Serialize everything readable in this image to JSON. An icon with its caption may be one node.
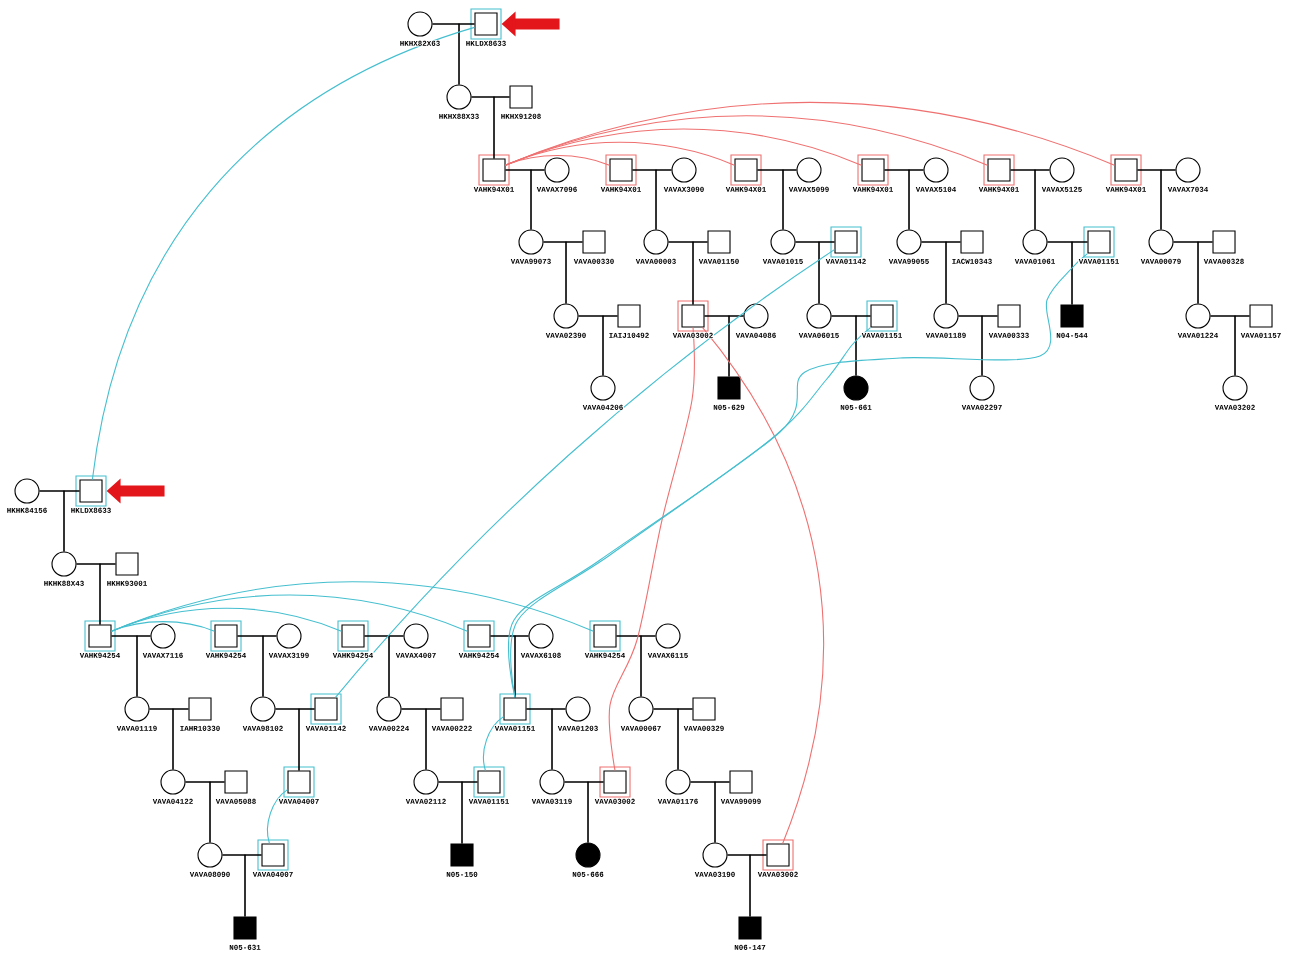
{
  "diagram": {
    "nodes": [
      {
        "text": [
          "HKHX82X63"
        ]
      },
      {
        "text": [
          "HKLDX8633"
        ]
      },
      {
        "text": [
          "HKHX88X33"
        ]
      },
      {
        "text": [
          "HKHX91208"
        ]
      },
      {
        "text": [
          "VAHK94X01"
        ]
      },
      {
        "text": [
          "VAVAX7096"
        ]
      },
      {
        "text": [
          "VAHK94X01"
        ]
      },
      {
        "text": [
          "VAVAX3090"
        ]
      },
      {
        "text": [
          "VAHK94X01"
        ]
      },
      {
        "text": [
          "VAVAX5099"
        ]
      },
      {
        "text": [
          "VAHK94X01"
        ]
      },
      {
        "text": [
          "VAVAX5104"
        ]
      },
      {
        "text": [
          "VAHK94X01"
        ]
      },
      {
        "text": [
          "VAVAX5125"
        ]
      },
      {
        "text": [
          "VAHK94X01"
        ]
      },
      {
        "text": [
          "VAVAX7034"
        ]
      },
      {
        "text": [
          "VAVA99073"
        ]
      },
      {
        "text": [
          "VAVA00330"
        ]
      },
      {
        "text": [
          "VAVA00003"
        ]
      },
      {
        "text": [
          "VAVA01150"
        ]
      },
      {
        "text": [
          "VAVA01015"
        ]
      },
      {
        "text": [
          "VAVA01142"
        ]
      },
      {
        "text": [
          "VAVA99055"
        ]
      },
      {
        "text": [
          "IACW10343"
        ]
      },
      {
        "text": [
          "VAVA01061"
        ]
      },
      {
        "text": [
          "VAVA01151"
        ]
      },
      {
        "text": [
          "VAVA00079"
        ]
      },
      {
        "text": [
          "VAVA00328"
        ]
      },
      {
        "text": [
          "VAVA02390"
        ]
      },
      {
        "text": [
          "IAIJ10492"
        ]
      },
      {
        "text": [
          "VAVA03002"
        ]
      },
      {
        "text": [
          "VAVA04086"
        ]
      },
      {
        "text": [
          "VAVA06015"
        ]
      },
      {
        "text": [
          "VAVA01151"
        ]
      },
      {
        "text": [
          "VAVA01189"
        ]
      },
      {
        "text": [
          "VAVA00333"
        ]
      },
      {
        "text": [
          "N04-544"
        ]
      },
      {
        "text": [
          "VAVA01224"
        ]
      },
      {
        "text": [
          "VAVA01157"
        ]
      },
      {
        "text": [
          "VAVA04206"
        ]
      },
      {
        "text": [
          "N05-629"
        ]
      },
      {
        "text": [
          "N05-661"
        ]
      },
      {
        "text": [
          "VAVA02297"
        ]
      },
      {
        "text": [
          "VAVA03202"
        ]
      },
      {
        "text": [
          "HKHK84156"
        ]
      },
      {
        "text": [
          "HKLDX8633"
        ]
      },
      {
        "text": [
          "HKHK88X43"
        ]
      },
      {
        "text": [
          "HKHK93001"
        ]
      },
      {
        "text": [
          "VAHK94254"
        ]
      },
      {
        "text": [
          "VAVAX7116"
        ]
      },
      {
        "text": [
          "VAHK94254"
        ]
      },
      {
        "text": [
          "VAVAX3199"
        ]
      },
      {
        "text": [
          "VAHK94254"
        ]
      },
      {
        "text": [
          "VAVAX4007"
        ]
      },
      {
        "text": [
          "VAHK94254"
        ]
      },
      {
        "text": [
          "VAVAX6108"
        ]
      },
      {
        "text": [
          "VAHK94254"
        ]
      },
      {
        "text": [
          "VAVAX6115"
        ]
      },
      {
        "text": [
          "VAVA01119"
        ]
      },
      {
        "text": [
          "IAHR10330"
        ]
      },
      {
        "text": [
          "VAVA98102"
        ]
      },
      {
        "text": [
          "VAVA01142"
        ]
      },
      {
        "text": [
          "VAVA00224"
        ]
      },
      {
        "text": [
          "VAVA00222"
        ]
      },
      {
        "text": [
          "VAVA01151"
        ]
      },
      {
        "text": [
          "VAVA01203"
        ]
      },
      {
        "text": [
          "VAVA00067"
        ]
      },
      {
        "text": [
          "VAVA00329"
        ]
      },
      {
        "text": [
          "VAVA04122"
        ]
      },
      {
        "text": [
          "VAVA05088"
        ]
      },
      {
        "text": [
          "VAVA04007"
        ]
      },
      {
        "text": [
          "VAVA02112"
        ]
      },
      {
        "text": [
          "VAVA01151"
        ]
      },
      {
        "text": [
          "VAVA03119"
        ]
      },
      {
        "text": [
          "VAVA03002"
        ]
      },
      {
        "text": [
          "VAVA01176"
        ]
      },
      {
        "text": [
          "VAVA99099"
        ]
      },
      {
        "text": [
          "VAVA08090"
        ]
      },
      {
        "text": [
          "VAVA04007"
        ]
      },
      {
        "text": [
          "N05-150"
        ]
      },
      {
        "text": [
          "N05-666"
        ]
      },
      {
        "text": [
          "VAVA03190"
        ]
      },
      {
        "text": [
          "VAVA03002"
        ]
      },
      {
        "text": [
          "N05-631"
        ]
      },
      {
        "text": [
          "N06-147"
        ]
      }
    ],
    "edges": [
      {
        "from": 0,
        "to": 1,
        "arrow": "none"
      },
      {
        "from": 2,
        "to": 3,
        "arrow": "none"
      },
      {
        "from": 4,
        "to": 5,
        "arrow": "none"
      },
      {
        "from": 6,
        "to": 7,
        "arrow": "none"
      },
      {
        "from": 8,
        "to": 9,
        "arrow": "none"
      },
      {
        "from": 10,
        "to": 11,
        "arrow": "none"
      },
      {
        "from": 12,
        "to": 13,
        "arrow": "none"
      },
      {
        "from": 14,
        "to": 15,
        "arrow": "none"
      },
      {
        "from": 16,
        "to": 17,
        "arrow": "none"
      },
      {
        "from": 18,
        "to": 19,
        "arrow": "none"
      },
      {
        "from": 20,
        "to": 21,
        "arrow": "none"
      },
      {
        "from": 22,
        "to": 23,
        "arrow": "none"
      },
      {
        "from": 24,
        "to": 25,
        "arrow": "none"
      },
      {
        "from": 26,
        "to": 27,
        "arrow": "none"
      },
      {
        "from": 28,
        "to": 29,
        "arrow": "none"
      },
      {
        "from": 30,
        "to": 31,
        "arrow": "none"
      },
      {
        "from": 32,
        "to": 33,
        "arrow": "none"
      },
      {
        "from": 34,
        "to": 35,
        "arrow": "none"
      },
      {
        "from": 37,
        "to": 38,
        "arrow": "none"
      },
      {
        "from": 44,
        "to": 45,
        "arrow": "none"
      },
      {
        "from": 46,
        "to": 47,
        "arrow": "none"
      },
      {
        "from": 48,
        "to": 49,
        "arrow": "none"
      },
      {
        "from": 50,
        "to": 51,
        "arrow": "none"
      },
      {
        "from": 52,
        "to": 53,
        "arrow": "none"
      },
      {
        "from": 54,
        "to": 55,
        "arrow": "none"
      },
      {
        "from": 56,
        "to": 57,
        "arrow": "none"
      },
      {
        "from": 58,
        "to": 59,
        "arrow": "none"
      },
      {
        "from": 60,
        "to": 61,
        "arrow": "none"
      },
      {
        "from": 62,
        "to": 63,
        "arrow": "none"
      },
      {
        "from": 64,
        "to": 65,
        "arrow": "none"
      },
      {
        "from": 66,
        "to": 67,
        "arrow": "none"
      },
      {
        "from": 68,
        "to": 69,
        "arrow": "none"
      },
      {
        "from": 71,
        "to": 72,
        "arrow": "none"
      },
      {
        "from": 73,
        "to": 74,
        "arrow": "none"
      },
      {
        "from": 75,
        "to": 76,
        "arrow": "none"
      },
      {
        "from": 77,
        "to": 78,
        "arrow": "none"
      },
      {
        "from": 81,
        "to": 82,
        "arrow": "none"
      },
      {
        "from": 0,
        "to": 2,
        "arrow": "none"
      },
      {
        "from": 1,
        "to": 2,
        "arrow": "none"
      },
      {
        "from": 2,
        "to": 4,
        "arrow": "none"
      },
      {
        "from": 3,
        "to": 4,
        "arrow": "none"
      },
      {
        "from": 4,
        "to": 16,
        "arrow": "none"
      },
      {
        "from": 5,
        "to": 16,
        "arrow": "none"
      },
      {
        "from": 6,
        "to": 18,
        "arrow": "none"
      },
      {
        "from": 7,
        "to": 18,
        "arrow": "none"
      },
      {
        "from": 8,
        "to": 20,
        "arrow": "none"
      },
      {
        "from": 9,
        "to": 20,
        "arrow": "none"
      },
      {
        "from": 10,
        "to": 22,
        "arrow": "none"
      },
      {
        "from": 11,
        "to": 22,
        "arrow": "none"
      },
      {
        "from": 12,
        "to": 24,
        "arrow": "none"
      },
      {
        "from": 13,
        "to": 24,
        "arrow": "none"
      },
      {
        "from": 14,
        "to": 26,
        "arrow": "none"
      },
      {
        "from": 15,
        "to": 26,
        "arrow": "none"
      },
      {
        "from": 16,
        "to": 28,
        "arrow": "none"
      },
      {
        "from": 17,
        "to": 28,
        "arrow": "none"
      },
      {
        "from": 18,
        "to": 30,
        "arrow": "none"
      },
      {
        "from": 19,
        "to": 30,
        "arrow": "none"
      },
      {
        "from": 20,
        "to": 32,
        "arrow": "none"
      },
      {
        "from": 21,
        "to": 32,
        "arrow": "none"
      },
      {
        "from": 22,
        "to": 34,
        "arrow": "none"
      },
      {
        "from": 23,
        "to": 34,
        "arrow": "none"
      },
      {
        "from": 24,
        "to": 36,
        "arrow": "none"
      },
      {
        "from": 25,
        "to": 36,
        "arrow": "none"
      },
      {
        "from": 26,
        "to": 37,
        "arrow": "none"
      },
      {
        "from": 27,
        "to": 37,
        "arrow": "none"
      },
      {
        "from": 28,
        "to": 39,
        "arrow": "none"
      },
      {
        "from": 29,
        "to": 39,
        "arrow": "none"
      },
      {
        "from": 30,
        "to": 40,
        "arrow": "none"
      },
      {
        "from": 31,
        "to": 40,
        "arrow": "none"
      },
      {
        "from": 32,
        "to": 41,
        "arrow": "none"
      },
      {
        "from": 33,
        "to": 41,
        "arrow": "none"
      },
      {
        "from": 34,
        "to": 42,
        "arrow": "none"
      },
      {
        "from": 35,
        "to": 42,
        "arrow": "none"
      },
      {
        "from": 37,
        "to": 43,
        "arrow": "none"
      },
      {
        "from": 38,
        "to": 43,
        "arrow": "none"
      },
      {
        "from": 44,
        "to": 46,
        "arrow": "none"
      },
      {
        "from": 45,
        "to": 46,
        "arrow": "none"
      },
      {
        "from": 46,
        "to": 48,
        "arrow": "none"
      },
      {
        "from": 47,
        "to": 48,
        "arrow": "none"
      },
      {
        "from": 48,
        "to": 58,
        "arrow": "none"
      },
      {
        "from": 49,
        "to": 58,
        "arrow": "none"
      },
      {
        "from": 50,
        "to": 60,
        "arrow": "none"
      },
      {
        "from": 51,
        "to": 60,
        "arrow": "none"
      },
      {
        "from": 52,
        "to": 62,
        "arrow": "none"
      },
      {
        "from": 53,
        "to": 62,
        "arrow": "none"
      },
      {
        "from": 54,
        "to": 64,
        "arrow": "none"
      },
      {
        "from": 55,
        "to": 64,
        "arrow": "none"
      },
      {
        "from": 56,
        "to": 66,
        "arrow": "none"
      },
      {
        "from": 57,
        "to": 66,
        "arrow": "none"
      },
      {
        "from": 58,
        "to": 68,
        "arrow": "none"
      },
      {
        "from": 59,
        "to": 68,
        "arrow": "none"
      },
      {
        "from": 60,
        "to": 70,
        "arrow": "none"
      },
      {
        "from": 61,
        "to": 70,
        "arrow": "none"
      },
      {
        "from": 62,
        "to": 71,
        "arrow": "none"
      },
      {
        "from": 63,
        "to": 71,
        "arrow": "none"
      },
      {
        "from": 64,
        "to": 73,
        "arrow": "none"
      },
      {
        "from": 65,
        "to": 73,
        "arrow": "none"
      },
      {
        "from": 66,
        "to": 75,
        "arrow": "none"
      },
      {
        "from": 67,
        "to": 75,
        "arrow": "none"
      },
      {
        "from": 68,
        "to": 77,
        "arrow": "none"
      },
      {
        "from": 69,
        "to": 77,
        "arrow": "none"
      },
      {
        "from": 71,
        "to": 79,
        "arrow": "none"
      },
      {
        "from": 72,
        "to": 79,
        "arrow": "none"
      },
      {
        "from": 73,
        "to": 80,
        "arrow": "none"
      },
      {
        "from": 74,
        "to": 80,
        "arrow": "none"
      },
      {
        "from": 75,
        "to": 81,
        "arrow": "none"
      },
      {
        "from": 76,
        "to": 81,
        "arrow": "none"
      },
      {
        "from": 77,
        "to": 83,
        "arrow": "none"
      },
      {
        "from": 78,
        "to": 83,
        "arrow": "none"
      },
      {
        "from": 81,
        "to": 84,
        "arrow": "none"
      },
      {
        "from": 82,
        "to": 84,
        "arrow": "none"
      },
      {
        "from": 4,
        "to": 6,
        "arrow": "none",
        "color": "#ef7070"
      },
      {
        "from": 4,
        "to": 8,
        "arrow": "none",
        "color": "#ef7070"
      },
      {
        "from": 4,
        "to": 10,
        "arrow": "none",
        "color": "#ef7070"
      },
      {
        "from": 4,
        "to": 12,
        "arrow": "none",
        "color": "#ef7070"
      },
      {
        "from": 4,
        "to": 14,
        "arrow": "none",
        "color": "#ef7070"
      },
      {
        "from": 30,
        "to": 74,
        "arrow": "none",
        "color": "#ef7070"
      },
      {
        "from": 30,
        "to": 82,
        "arrow": "none",
        "color": "#ef7070"
      },
      {
        "from": 1,
        "to": 45,
        "arrow": "none",
        "color": "#45bfcf"
      },
      {
        "from": 48,
        "to": 50,
        "arrow": "none",
        "color": "#45bfcf"
      },
      {
        "from": 48,
        "to": 52,
        "arrow": "none",
        "color": "#45bfcf"
      },
      {
        "from": 48,
        "to": 54,
        "arrow": "none",
        "color": "#45bfcf"
      },
      {
        "from": 48,
        "to": 56,
        "arrow": "none",
        "color": "#45bfcf"
      },
      {
        "from": 61,
        "to": 21,
        "arrow": "none",
        "color": "#45bfcf"
      },
      {
        "from": 64,
        "to": 25,
        "arrow": "none",
        "color": "#45bfcf"
      },
      {
        "from": 64,
        "to": 33,
        "arrow": "none",
        "color": "#45bfcf"
      },
      {
        "from": 64,
        "to": 72,
        "arrow": "none",
        "color": "#45bfcf"
      },
      {
        "from": 70,
        "to": 78,
        "arrow": "none",
        "color": "#45bfcf"
      },
      {
        "from": null,
        "to": 1,
        "arrow": "to",
        "style": "thick",
        "color": "#e3161b"
      },
      {
        "from": null,
        "to": 45,
        "arrow": "to",
        "style": "thick",
        "color": "#e3161b"
      }
    ]
  }
}
